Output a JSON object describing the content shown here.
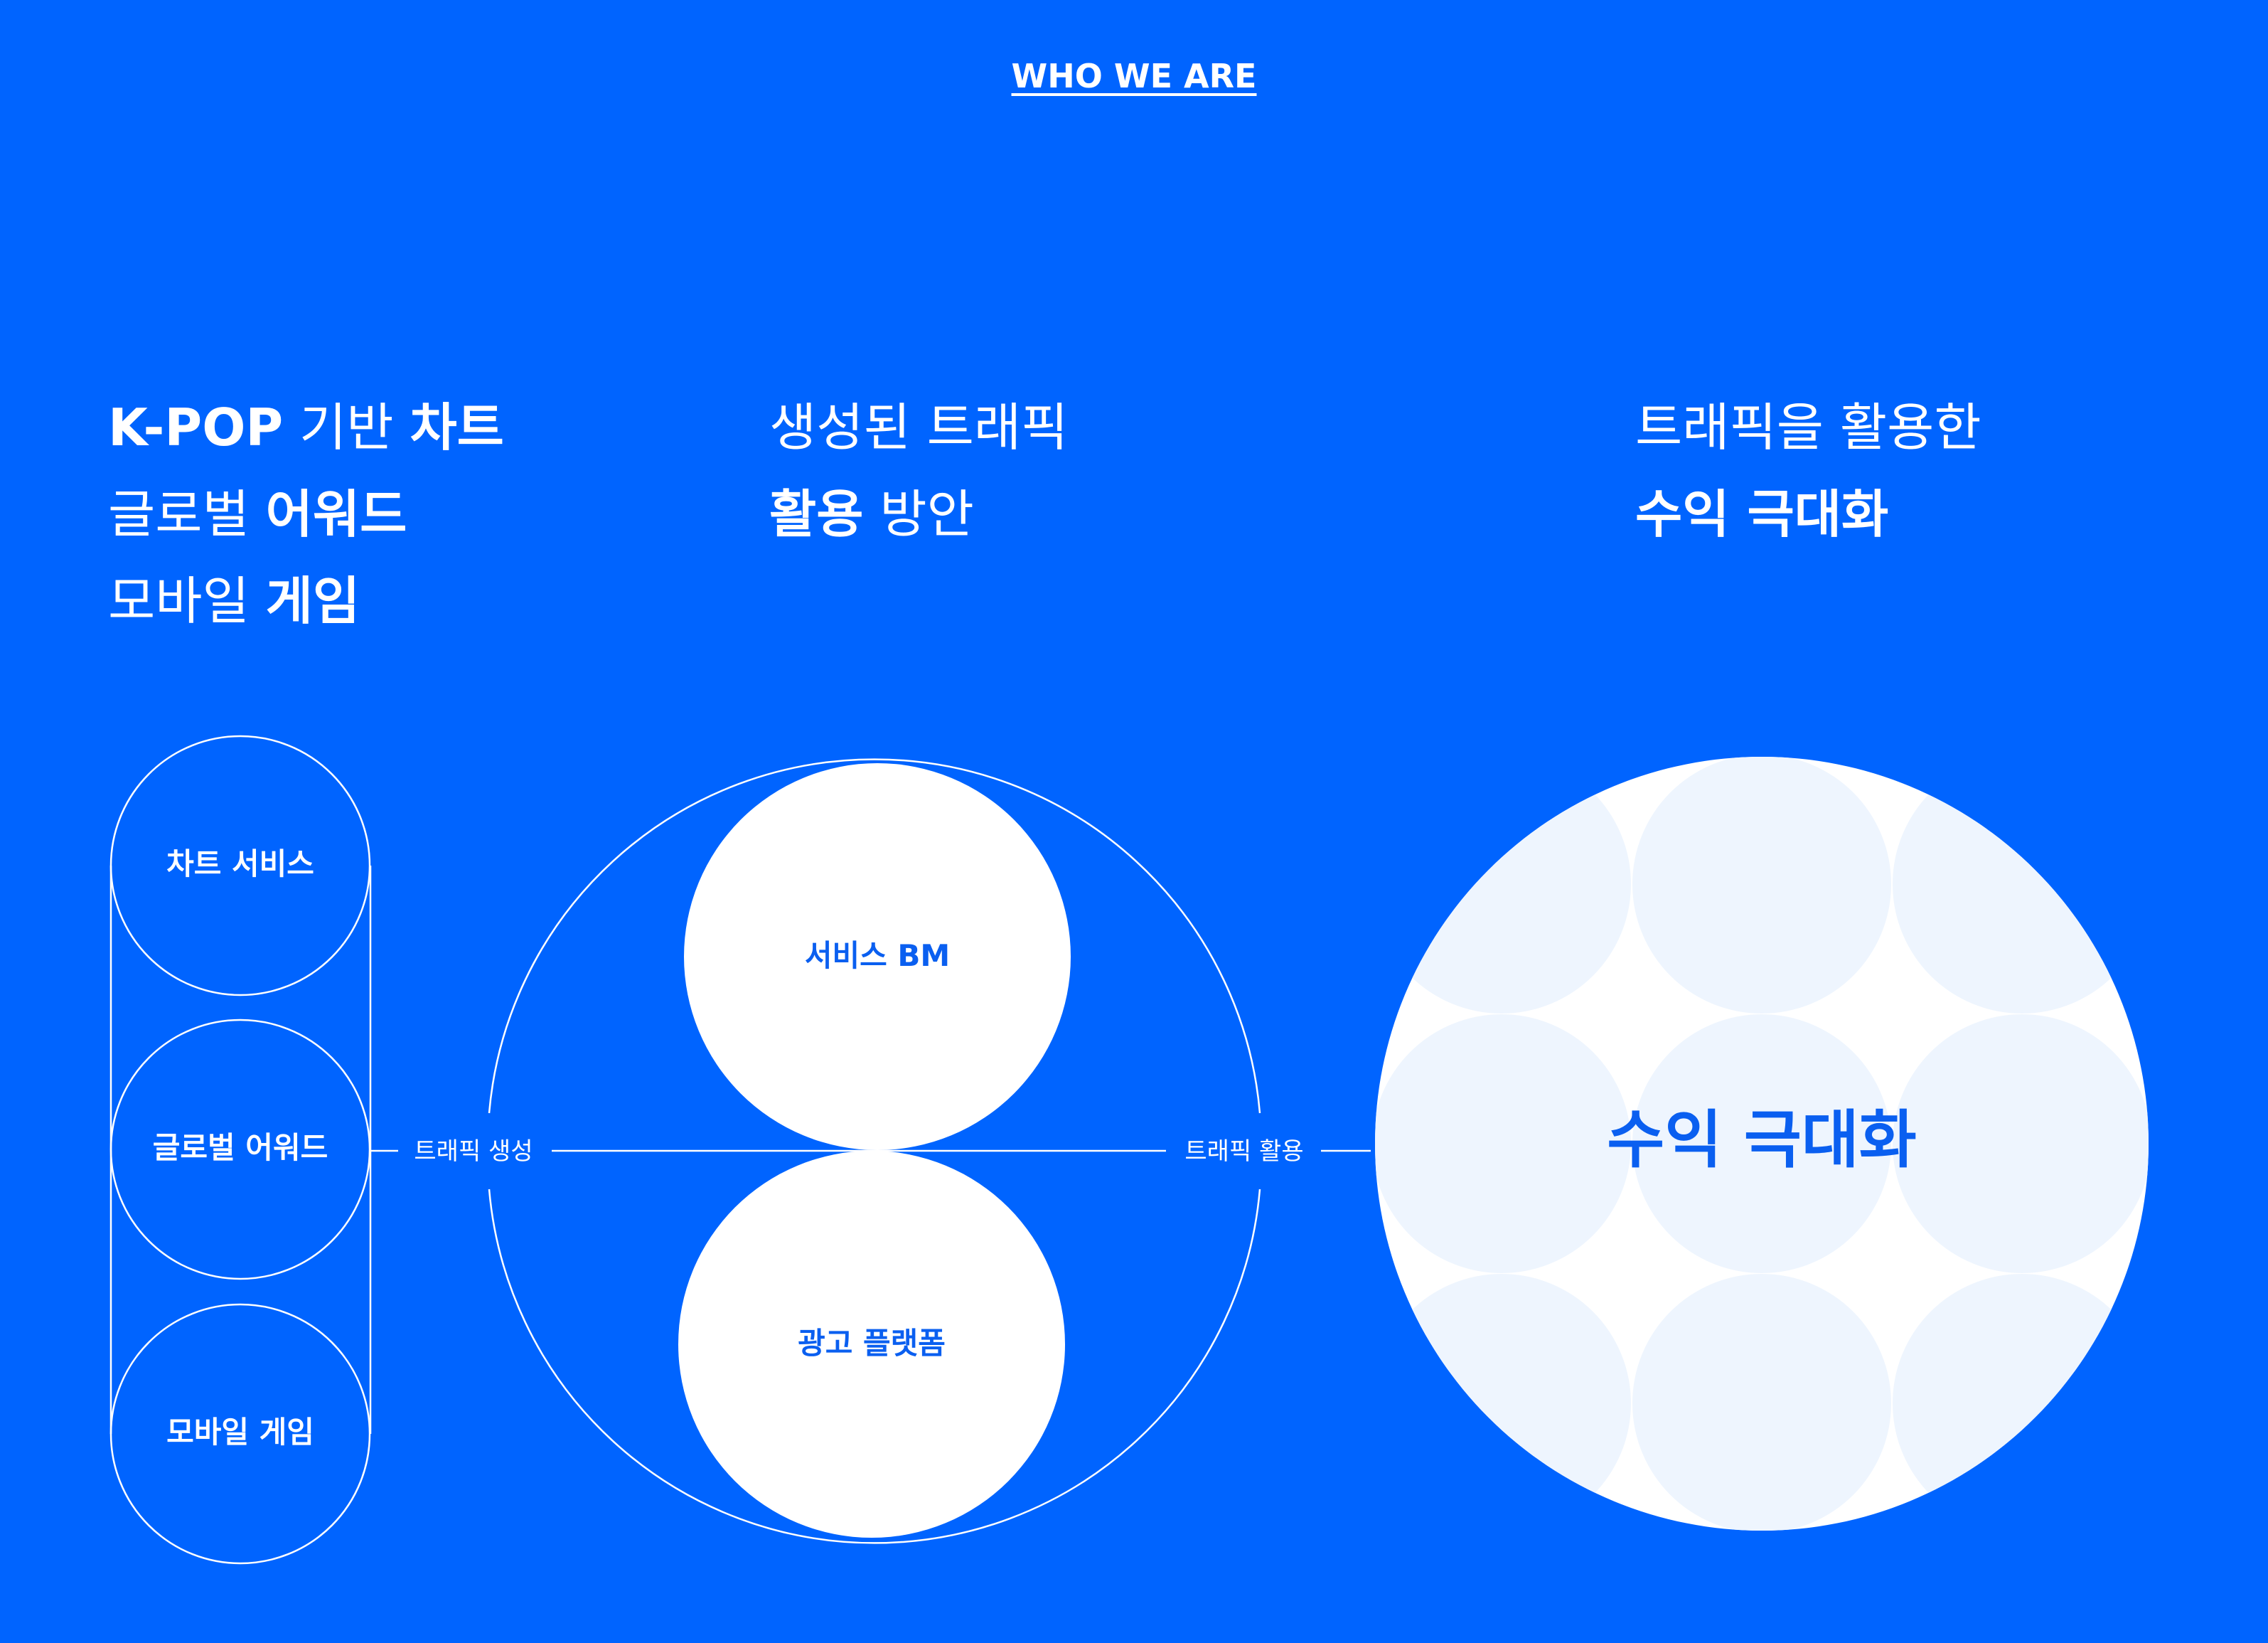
{
  "nav": {
    "who_we_are": "WHO WE ARE"
  },
  "columns": [
    {
      "lines": [
        {
          "normal_a": "",
          "bold_a": "K-POP",
          "normal_b": " 기반 ",
          "bold_b": "차트"
        },
        {
          "normal_a": "글로벌 ",
          "bold_a": "어워드",
          "normal_b": "",
          "bold_b": ""
        },
        {
          "normal_a": "모바일 ",
          "bold_a": "게임",
          "normal_b": "",
          "bold_b": ""
        }
      ]
    },
    {
      "lines": [
        {
          "normal_a": "생성된 트래픽",
          "bold_a": "",
          "normal_b": "",
          "bold_b": ""
        },
        {
          "normal_a": "",
          "bold_a": "활용",
          "normal_b": " 방안",
          "bold_b": ""
        }
      ]
    },
    {
      "lines": [
        {
          "normal_a": "트래픽을 활용한",
          "bold_a": "",
          "normal_b": "",
          "bold_b": ""
        },
        {
          "normal_a": "",
          "bold_a": "수익 극대화",
          "normal_b": "",
          "bold_b": ""
        }
      ]
    }
  ],
  "diagram": {
    "services": [
      "차트 서비스",
      "글로벌 어워드",
      "모바일 게임"
    ],
    "connector_left": "트래픽 생성",
    "connector_right": "트래픽 활용",
    "utilization": [
      "서비스 BM",
      "광고 플랫폼"
    ],
    "result": "수익 극대화"
  },
  "colors": {
    "background": "#0064ff",
    "accent_text": "#0a5ff0",
    "pattern_fill": "#eef5fe",
    "white": "#ffffff"
  }
}
